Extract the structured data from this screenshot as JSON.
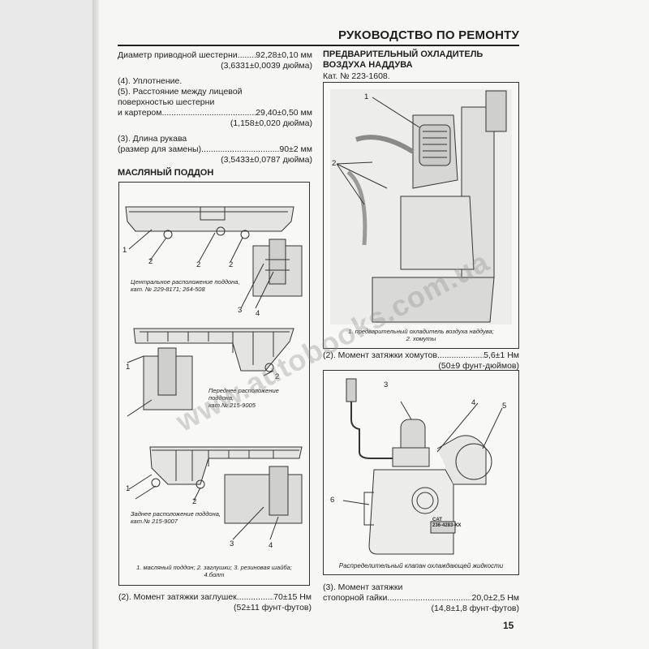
{
  "header": {
    "title": "РУКОВОДСТВО ПО РЕМОНТУ"
  },
  "left_specs": [
    {
      "label": "Диаметр приводной шестерни",
      "value": "92,28±0,10 мм",
      "sub": "(3,6331±0,0039 дюйма)"
    },
    {
      "label": "(4). Уплотнение."
    },
    {
      "label_lines": [
        "(5). Расстояние между лицевой",
        "поверхностью шестерни"
      ],
      "label": "и картером",
      "value": "29,40±0,50 мм",
      "sub": "(1,158±0,020 дюйма)"
    },
    {
      "label_lines": [
        "(3). Длина рукава"
      ],
      "label": "(размер для замены)",
      "value": "90±2 мм",
      "sub": "(3,5433±0,0787 дюйма)"
    }
  ],
  "oil_pan": {
    "heading": "МАСЛЯНЫЙ ПОДДОН",
    "center_caption": [
      "Центральное расположение поддона,",
      "кат. № 229-8171; 264-508"
    ],
    "front_caption": [
      "Переднее расположение поддона,",
      "кат.№ 215-9005"
    ],
    "rear_caption": [
      "Заднее расположение поддона,",
      "кат.№ 215-9007"
    ],
    "legend": [
      "1. масляный поддон; 2. заглушки; 3. резиновая шайба;",
      "4.болт"
    ],
    "torque_label": "(2). Момент затяжки заглушек",
    "torque_value": "70±15 Нм",
    "torque_sub": "(52±11 фунт-футов)"
  },
  "aftercooler": {
    "heading_lines": [
      "ПРЕДВАРИТЕЛЬНЫЙ ОХЛАДИТЕЛЬ",
      "ВОЗДУХА НАДДУВА"
    ],
    "part_number": "Кат. № 223-1608.",
    "caption": [
      "1. предварительный охладитель воздуха наддува;",
      "2. хомуты"
    ],
    "torque_label": "(2). Момент затяжки хомутов",
    "torque_value": "5,6±1 Нм",
    "torque_sub": "(50±9 фунт-дюймов)"
  },
  "valve": {
    "caption": "Распределительный клапан охлаждающей жидкости",
    "plate_text": [
      "CAT",
      "236-4283-XX"
    ],
    "torque_label_lines": [
      "(3). Момент затяжки"
    ],
    "torque_label": "стопорной гайки",
    "torque_value": "20,0±2,5 Нм",
    "torque_sub": "(14,8±1,8 фунт-футов)"
  },
  "callouts": {
    "n1": "1",
    "n2": "2",
    "n3": "3",
    "n4": "4",
    "n5": "5",
    "n6": "6"
  },
  "watermark": "www.autobooks.com.ua",
  "page_number": "15"
}
